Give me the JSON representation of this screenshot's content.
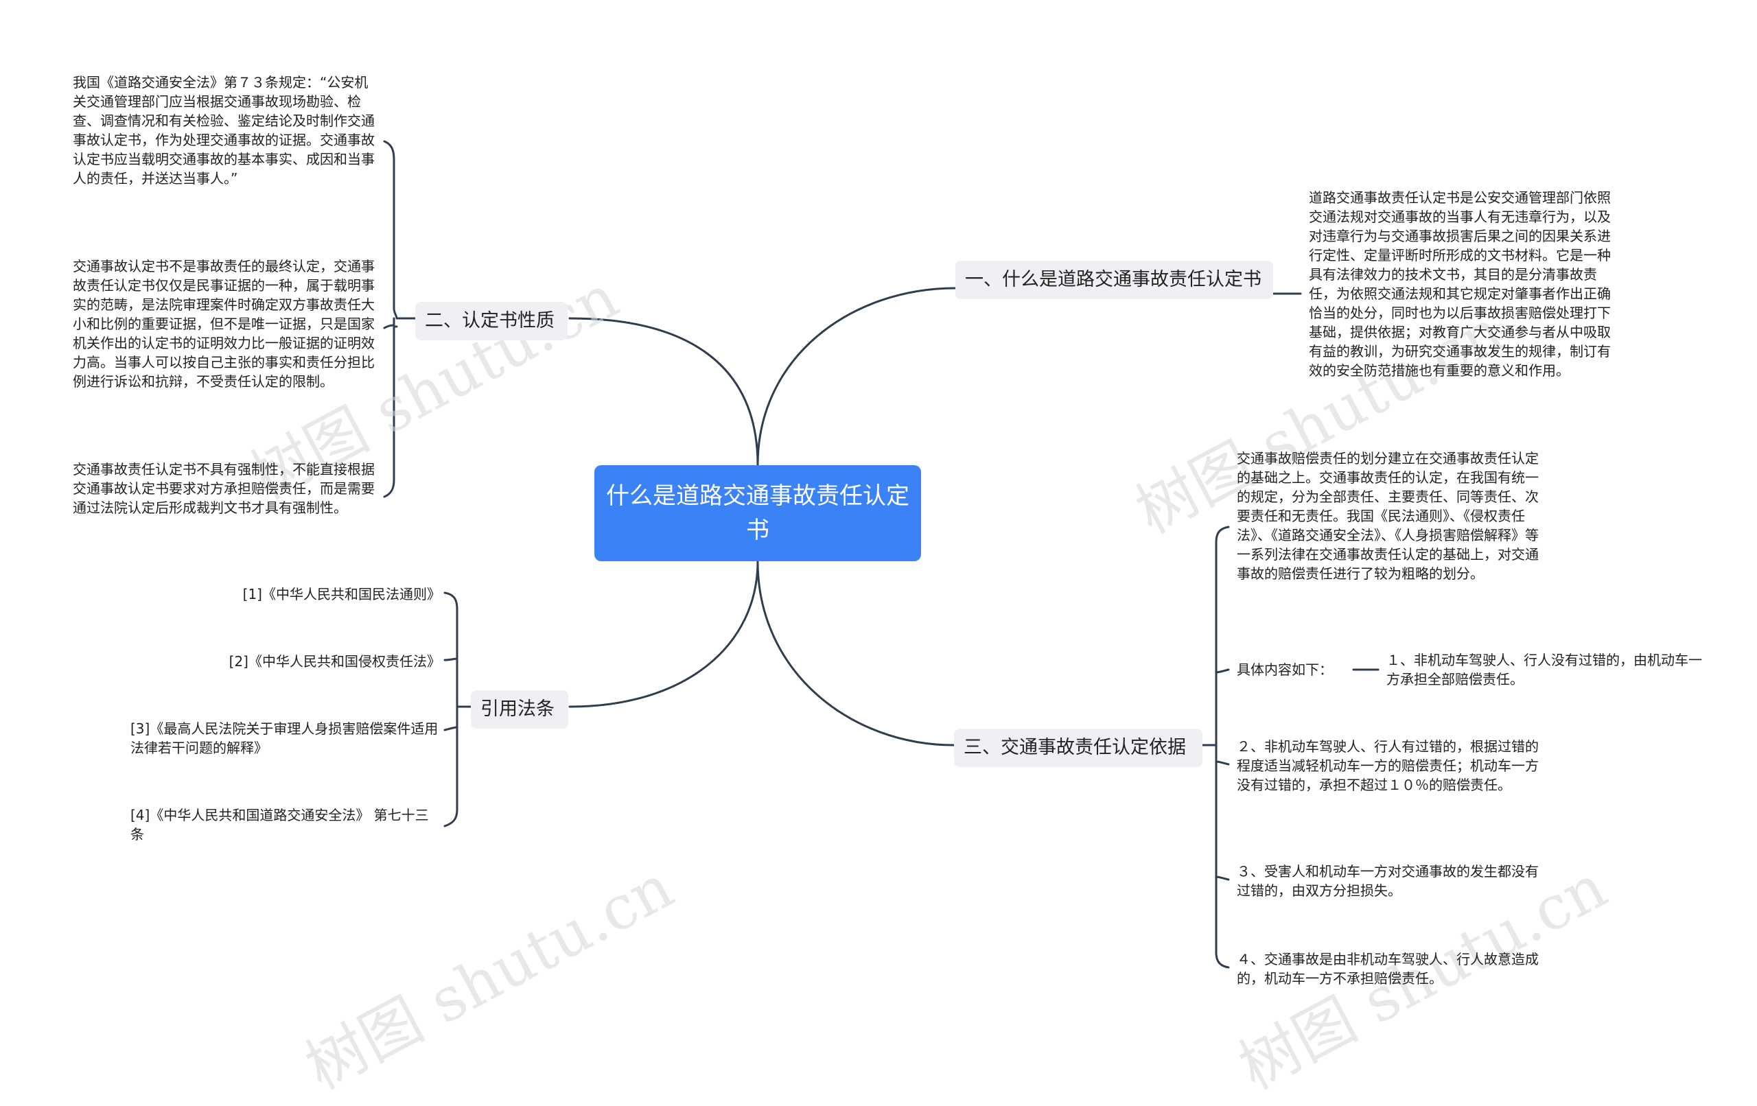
{
  "root": {
    "title": "什么是道路交通事故责任认定书"
  },
  "branches": {
    "definition": {
      "label": "一、什么是道路交通事故责任认定书",
      "text": "道路交通事故责任认定书是公安交通管理部门依照交通法规对交通事故的当事人有无违章行为，以及对违章行为与交通事故损害后果之间的因果关系进行定性、定量评断时所形成的文书材料。它是一种具有法律效力的技术文书，其目的是分清事故责任，为依照交通法规和其它规定对肇事者作出正确恰当的处分，同时也为以后事故损害赔偿处理打下基础，提供依据；对教育广大交通参与者从中吸取有益的教训，为研究交通事故发生的规律，制订有效的安全防范措施也有重要的意义和作用。"
    },
    "nature": {
      "label": "二、认定书性质",
      "items": [
        "我国《道路交通安全法》第７３条规定：“公安机关交通管理部门应当根据交通事故现场勘验、检查、调查情况和有关检验、鉴定结论及时制作交通事故认定书，作为处理交通事故的证据。交通事故认定书应当载明交通事故的基本事实、成因和当事人的责任，并送达当事人。”",
        "交通事故认定书不是事故责任的最终认定，交通事故责任认定书仅仅是民事证据的一种，属于载明事实的范畴，是法院审理案件时确定双方事故责任大小和比例的重要证据，但不是唯一证据，只是国家机关作出的认定书的证明效力比一般证据的证明效力高。当事人可以按自己主张的事实和责任分担比例进行诉讼和抗辩，不受责任认定的限制。",
        "交通事故责任认定书不具有强制性，不能直接根据交通事故认定书要求对方承担赔偿责任，而是需要通过法院认定后形成裁判文书才具有强制性。"
      ]
    },
    "basis": {
      "label": "三、交通事故责任认定依据",
      "items": [
        "交通事故赔偿责任的划分建立在交通事故责任认定的基础之上。交通事故责任的认定，在我国有统一的规定，分为全部责任、主要责任、同等责任、次要责任和无责任。我国《民法通则》、《侵权责任法》、《道路交通安全法》、《人身损害赔偿解释》等一系列法律在交通事故责任认定的基础上，对交通事故的赔偿责任进行了较为粗略的划分。",
        "具体内容如下：",
        "２、非机动车驾驶人、行人有过错的，根据过错的程度适当减轻机动车一方的赔偿责任；机动车一方没有过错的，承担不超过１０％的赔偿责任。",
        "３、受害人和机动车一方对交通事故的发生都没有过错的，由双方分担损失。",
        "４、交通事故是由非机动车驾驶人、行人故意造成的，机动车一方不承担赔偿责任。"
      ],
      "sub_item": "１、非机动车驾驶人、行人没有过错的，由机动车一方承担全部赔偿责任。"
    },
    "laws": {
      "label": "引用法条",
      "items": [
        "[1]《中华人民共和国民法通则》",
        "[2]《中华人民共和国侵权责任法》",
        "[3]《最高人民法院关于审理人身损害赔偿案件适用法律若干问题的解释》",
        "[4]《中华人民共和国道路交通安全法》 第七十三条"
      ]
    }
  },
  "watermark": "树图 shutu.cn",
  "colors": {
    "root_bg": "#3a82f6",
    "branch_bg": "#eef0f3",
    "line": "#2f3d4f"
  }
}
